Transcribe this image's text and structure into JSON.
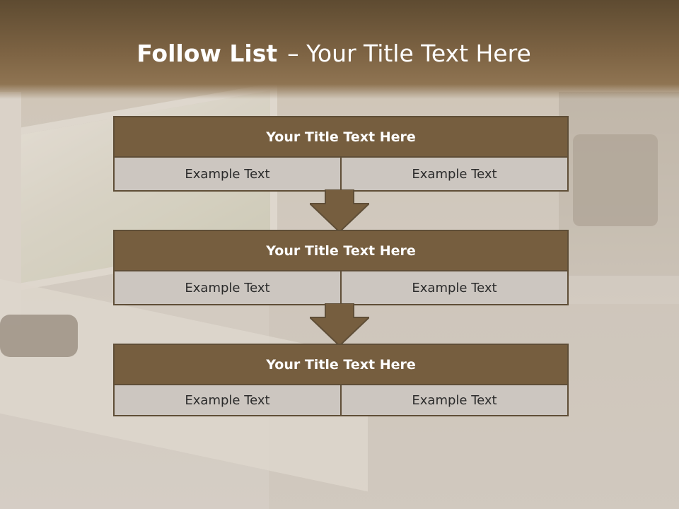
{
  "slide": {
    "title_bold": "Follow List",
    "title_rest": "– Your Title Text Here"
  },
  "steps": [
    {
      "title": "Your Title Text Here",
      "left": "Example Text",
      "right": "Example Text"
    },
    {
      "title": "Your Title Text Here",
      "left": "Example Text",
      "right": "Example Text"
    },
    {
      "title": "Your Title Text Here",
      "left": "Example Text",
      "right": "Example Text"
    }
  ],
  "colors": {
    "header": "#765e3f",
    "cell": "#ccc6c0",
    "border": "#5f4e37",
    "arrow": "#765e3f"
  },
  "icons": [
    "down-arrow-icon"
  ]
}
